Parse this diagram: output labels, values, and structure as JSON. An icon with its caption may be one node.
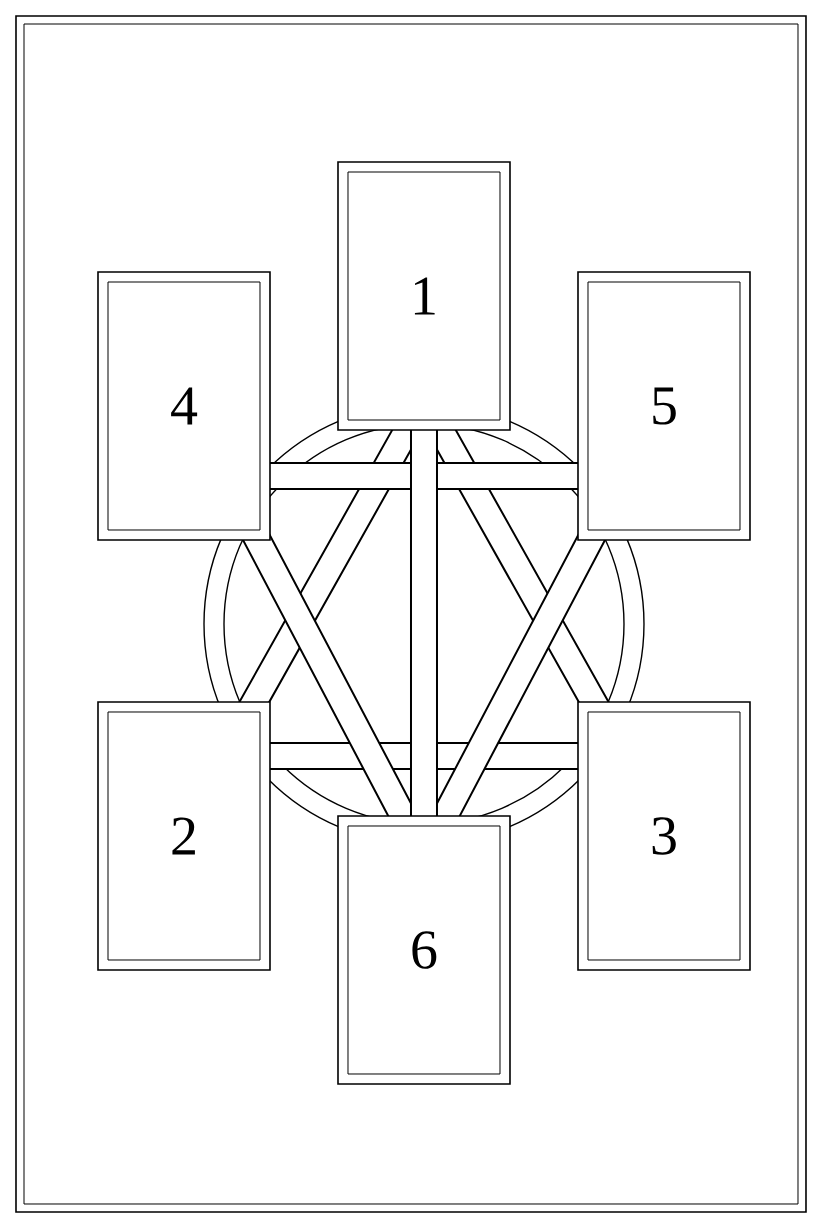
{
  "diagram": {
    "nodes": [
      {
        "text": [
          "1"
        ]
      },
      {
        "text": [
          "4"
        ]
      },
      {
        "text": [
          "5"
        ]
      },
      {
        "text": [
          "2"
        ]
      },
      {
        "text": [
          "3"
        ]
      },
      {
        "text": [
          "6"
        ]
      }
    ]
  }
}
